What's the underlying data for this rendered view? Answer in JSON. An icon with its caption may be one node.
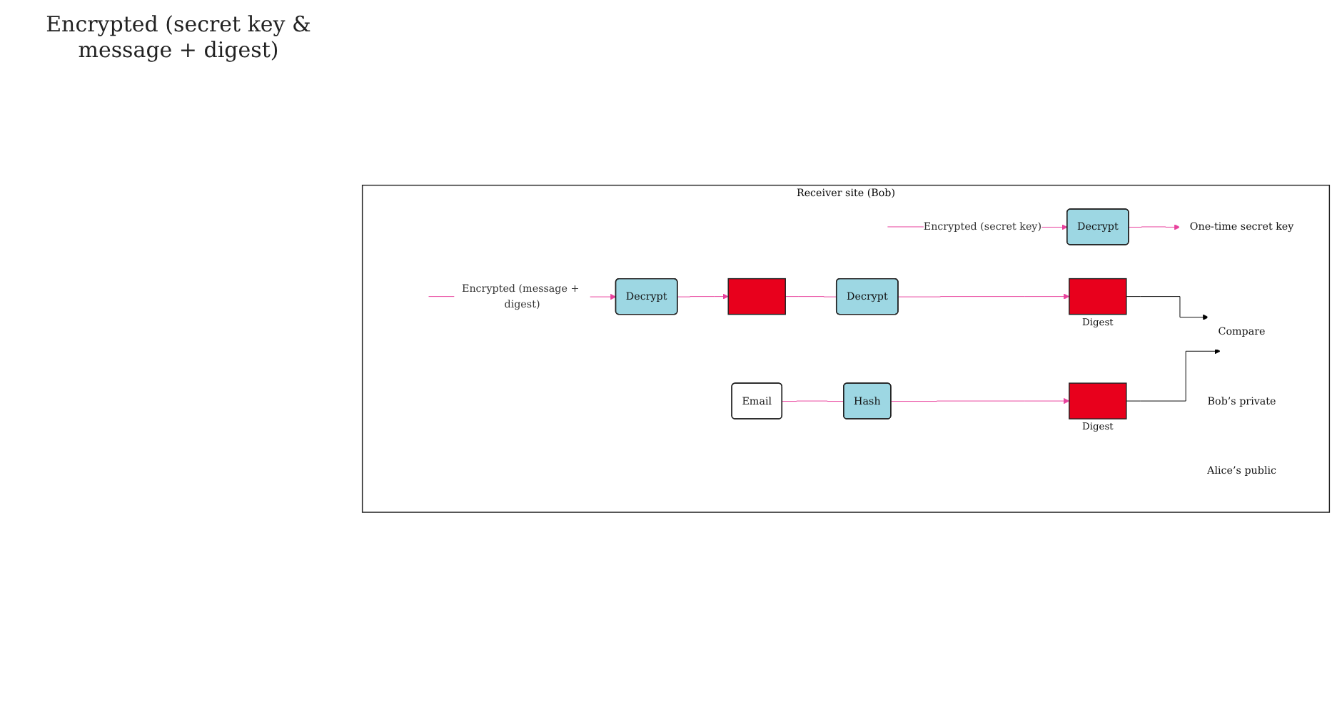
{
  "diagram": {
    "nodes": [
      {
        "text": [
          "Receiver site (Bob)"
        ]
      },
      {
        "text": [
          "Bob’s private"
        ],
        "in": 0
      },
      {
        "text": [
          "Decrypt"
        ],
        "in": 0
      },
      {
        "text": [
          "One-time secret key"
        ],
        "in": 0
      },
      {
        "text": [
          "Decrypt"
        ],
        "in": 0
      },
      {
        "text": [],
        "shape": "box",
        "in": 0
      },
      {
        "text": [
          "Email"
        ],
        "in": 0
      },
      {
        "text": [
          "Alice’s public"
        ],
        "in": 0
      },
      {
        "text": [
          "Decrypt"
        ],
        "in": 0
      },
      {
        "text": [
          "Hash"
        ],
        "in": 0
      },
      {
        "text": [],
        "shape": "box",
        "in": 0,
        "beside": [
          "Digest"
        ]
      },
      {
        "text": [
          "Compare"
        ],
        "in": 0
      },
      {
        "text": [],
        "shape": "box",
        "in": 0,
        "beside": [
          "Digest"
        ]
      }
    ],
    "edges": [
      {
        "from": null,
        "to": 2,
        "arrow": "to",
        "label": "Encrypted (secret key)"
      },
      {
        "from": null,
        "to": 4,
        "arrow": "to",
        "label": "Encrypted (message + digest)"
      },
      {
        "from": 2,
        "to": 3,
        "arrow": "to"
      },
      {
        "from": 4,
        "to": 5,
        "arrow": "to"
      },
      {
        "from": 5,
        "to": 8,
        "arrow": "none"
      },
      {
        "from": 6,
        "to": 9,
        "arrow": "none"
      },
      {
        "from": 8,
        "to": 10,
        "arrow": "to"
      },
      {
        "from": 9,
        "to": 12,
        "arrow": "to"
      },
      {
        "from": 10,
        "to": 11,
        "arrow": "to",
        "color": "#000000"
      },
      {
        "from": 12,
        "to": 11,
        "arrow": "to",
        "color": "#000000"
      }
    ],
    "labels": [
      "Encrypted (secret key & message + digest)"
    ]
  }
}
